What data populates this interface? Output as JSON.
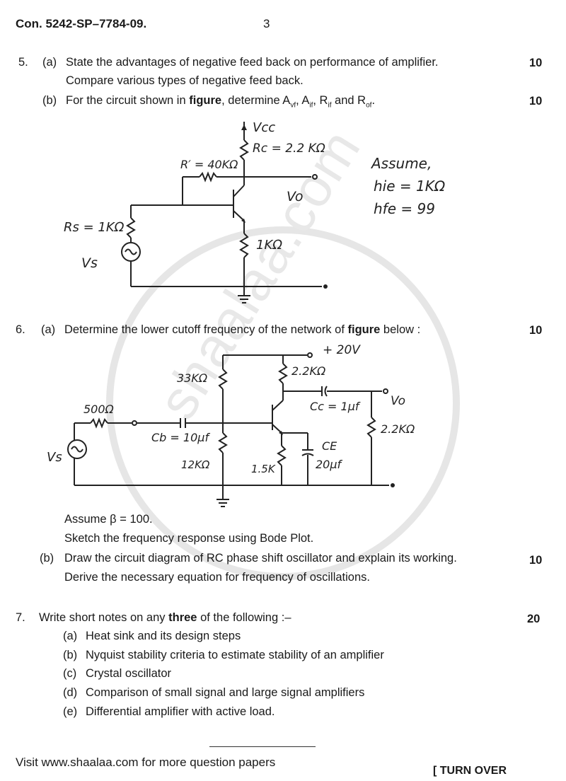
{
  "header": {
    "code": "Con. 5242-SP–7784-09.",
    "page": "3"
  },
  "watermark": "shaalaa.com",
  "q5": {
    "num": "5.",
    "a": {
      "label": "(a)",
      "line1": "State the advantages of negative feed back on performance of amplifier.",
      "line2": "Compare various types of negative feed back.",
      "marks": "10"
    },
    "b": {
      "label": "(b)",
      "pre": "For the circuit shown in",
      "bold": "figure",
      "post": ", determine A",
      "av_sub": "vf",
      "comma1": ", A",
      "ai_sub": "if",
      "comma2": ", R",
      "ri_sub": "if",
      "and": " and R",
      "ro_sub": "of",
      "end": ".",
      "marks": "10"
    },
    "circuit": {
      "vcc": "Vcc",
      "rc": "Rc = 2.2 KΩ",
      "rf": "R′ = 40KΩ",
      "vo": "Vo",
      "rs": "Rs = 1KΩ",
      "vs": "Vs",
      "re": "1KΩ",
      "assume": "Assume,",
      "hie": "hie = 1KΩ",
      "hfe": "hfe = 99"
    }
  },
  "q6": {
    "num": "6.",
    "a": {
      "label": "(a)",
      "pre": "Determine the lower cutoff frequency of the network of",
      "bold": "figure",
      "post": " below :",
      "marks": "10"
    },
    "circuit": {
      "vcc": "+ 20V",
      "r1": "33KΩ",
      "rc": "2.2KΩ",
      "cc": "Cc = 1µf",
      "vo": "Vo",
      "rl": "2.2KΩ",
      "rs": "500Ω",
      "cb": "Cb = 10µf",
      "r2": "12KΩ",
      "re": "1.5K",
      "ce_label": "CE",
      "ce_val": "20µf",
      "vs": "Vs"
    },
    "assume": "Assume β = 100.",
    "sketch": "Sketch the frequency response using Bode Plot.",
    "b": {
      "label": "(b)",
      "line1": "Draw the circuit diagram of RC phase shift oscillator and explain its working.",
      "line2": "Derive the necessary equation for frequency of oscillations.",
      "marks": "10"
    }
  },
  "q7": {
    "num": "7.",
    "pre": "Write short notes on any",
    "bold": "three",
    "post": " of the following :–",
    "marks": "20",
    "items": [
      {
        "label": "(a)",
        "text": "Heat sink and its design steps"
      },
      {
        "label": "(b)",
        "text": "Nyquist stability criteria to estimate stability of an amplifier"
      },
      {
        "label": "(c)",
        "text": "Crystal oscillator"
      },
      {
        "label": "(d)",
        "text": "Comparison of small signal and large signal amplifiers"
      },
      {
        "label": "(e)",
        "text": "Differential amplifier with active load."
      }
    ]
  },
  "footer": {
    "visit": "Visit www.shaalaa.com for more question papers",
    "turn": "[ TURN OVER"
  }
}
